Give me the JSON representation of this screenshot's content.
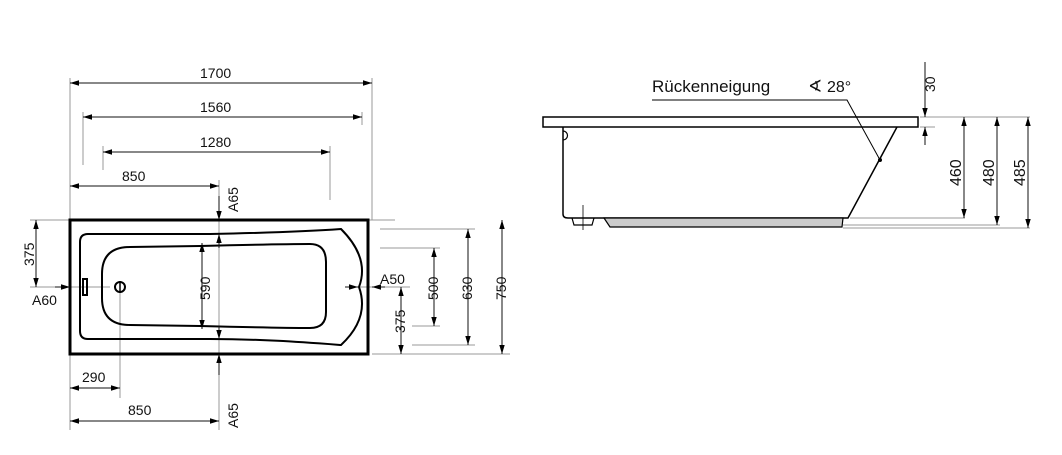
{
  "top_view": {
    "overall_length": "1700",
    "length_1560": "1560",
    "length_1280": "1280",
    "offset_850_top": "850",
    "a65_top": "A65",
    "left_375": "375",
    "a60": "A60",
    "inner_590": "590",
    "a50": "A50",
    "right_375": "375",
    "width_500": "500",
    "width_630": "630",
    "overall_width": "750",
    "drain_290": "290",
    "offset_850_bottom": "850",
    "a65_bottom": "A65"
  },
  "side_view": {
    "backrest_label": "Rückenneigung",
    "backrest_angle": "28°",
    "rim_30": "30",
    "height_460": "460",
    "height_480": "480",
    "height_485": "485"
  }
}
